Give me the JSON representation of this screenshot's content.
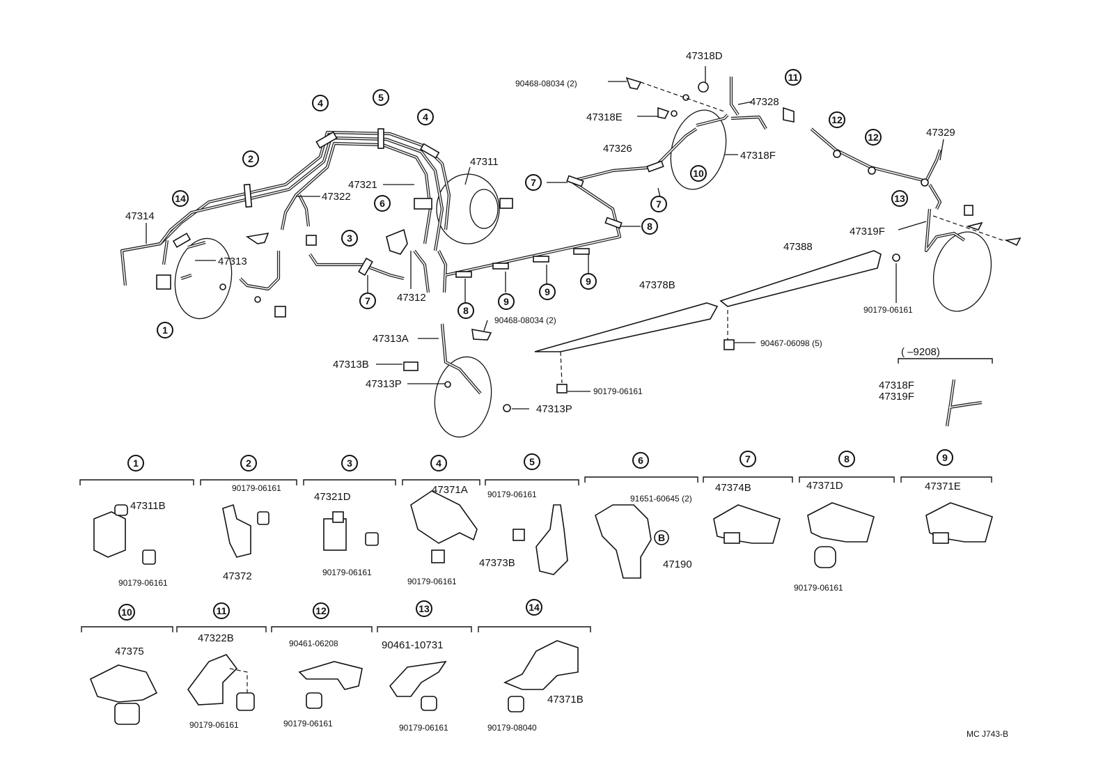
{
  "labels": {
    "l47314": "47314",
    "l47313": "47313",
    "l47322": "47322",
    "l47321": "47321",
    "l47311": "47311",
    "l47312": "47312",
    "l47326": "47326",
    "l47318d": "47318D",
    "l47318e": "47318E",
    "l47318f": "47318F",
    "l47328": "47328",
    "l47329": "47329",
    "l47319f": "47319F",
    "l47388": "47388",
    "l47378b": "47378B",
    "l47313a": "47313A",
    "l47313b": "47313B",
    "l47313p1": "47313P",
    "l47313p2": "47313P",
    "p9046808034a": "90468-08034 (2)",
    "p9046808034b": "90468-08034 (2)",
    "p9017906161a": "90179-06161",
    "p9017906161b": "90179-06161",
    "p9046706098": "90467-06098 (5)",
    "range": "(        –9208)",
    "l47318f2": "47318F",
    "l47319f2": "47319F",
    "d1a": "47311B",
    "d1b": "90179-06161",
    "d2a": "90179-06161",
    "d2b": "47372",
    "d3a": "47321D",
    "d3b": "90179-06161",
    "d4a": "47371A",
    "d4b": "90179-06161",
    "d5a": "90179-06161",
    "d5b": "47373B",
    "d6a": "91651-60645 (2)",
    "d6b": "47190",
    "d6c": "B",
    "d7a": "47374B",
    "d8a": "47371D",
    "d8b": "90179-06161",
    "d9a": "47371E",
    "d10a": "47375",
    "d11a": "47322B",
    "d11b": "90179-06161",
    "d12a": "90461-06208",
    "d12b": "90179-06161",
    "d13a": "90461-10731",
    "d13b": "90179-06161",
    "d14a": "47371B",
    "d14b": "90179-08040",
    "code": "MC J743-B"
  },
  "callouts": {
    "c1": "1",
    "c2": "2",
    "c3": "3",
    "c4": "4",
    "c5": "5",
    "c6": "6",
    "c7": "7",
    "c8": "8",
    "c9": "9",
    "c10": "10",
    "c11": "11",
    "c12": "12",
    "c13": "13",
    "c14": "14"
  }
}
